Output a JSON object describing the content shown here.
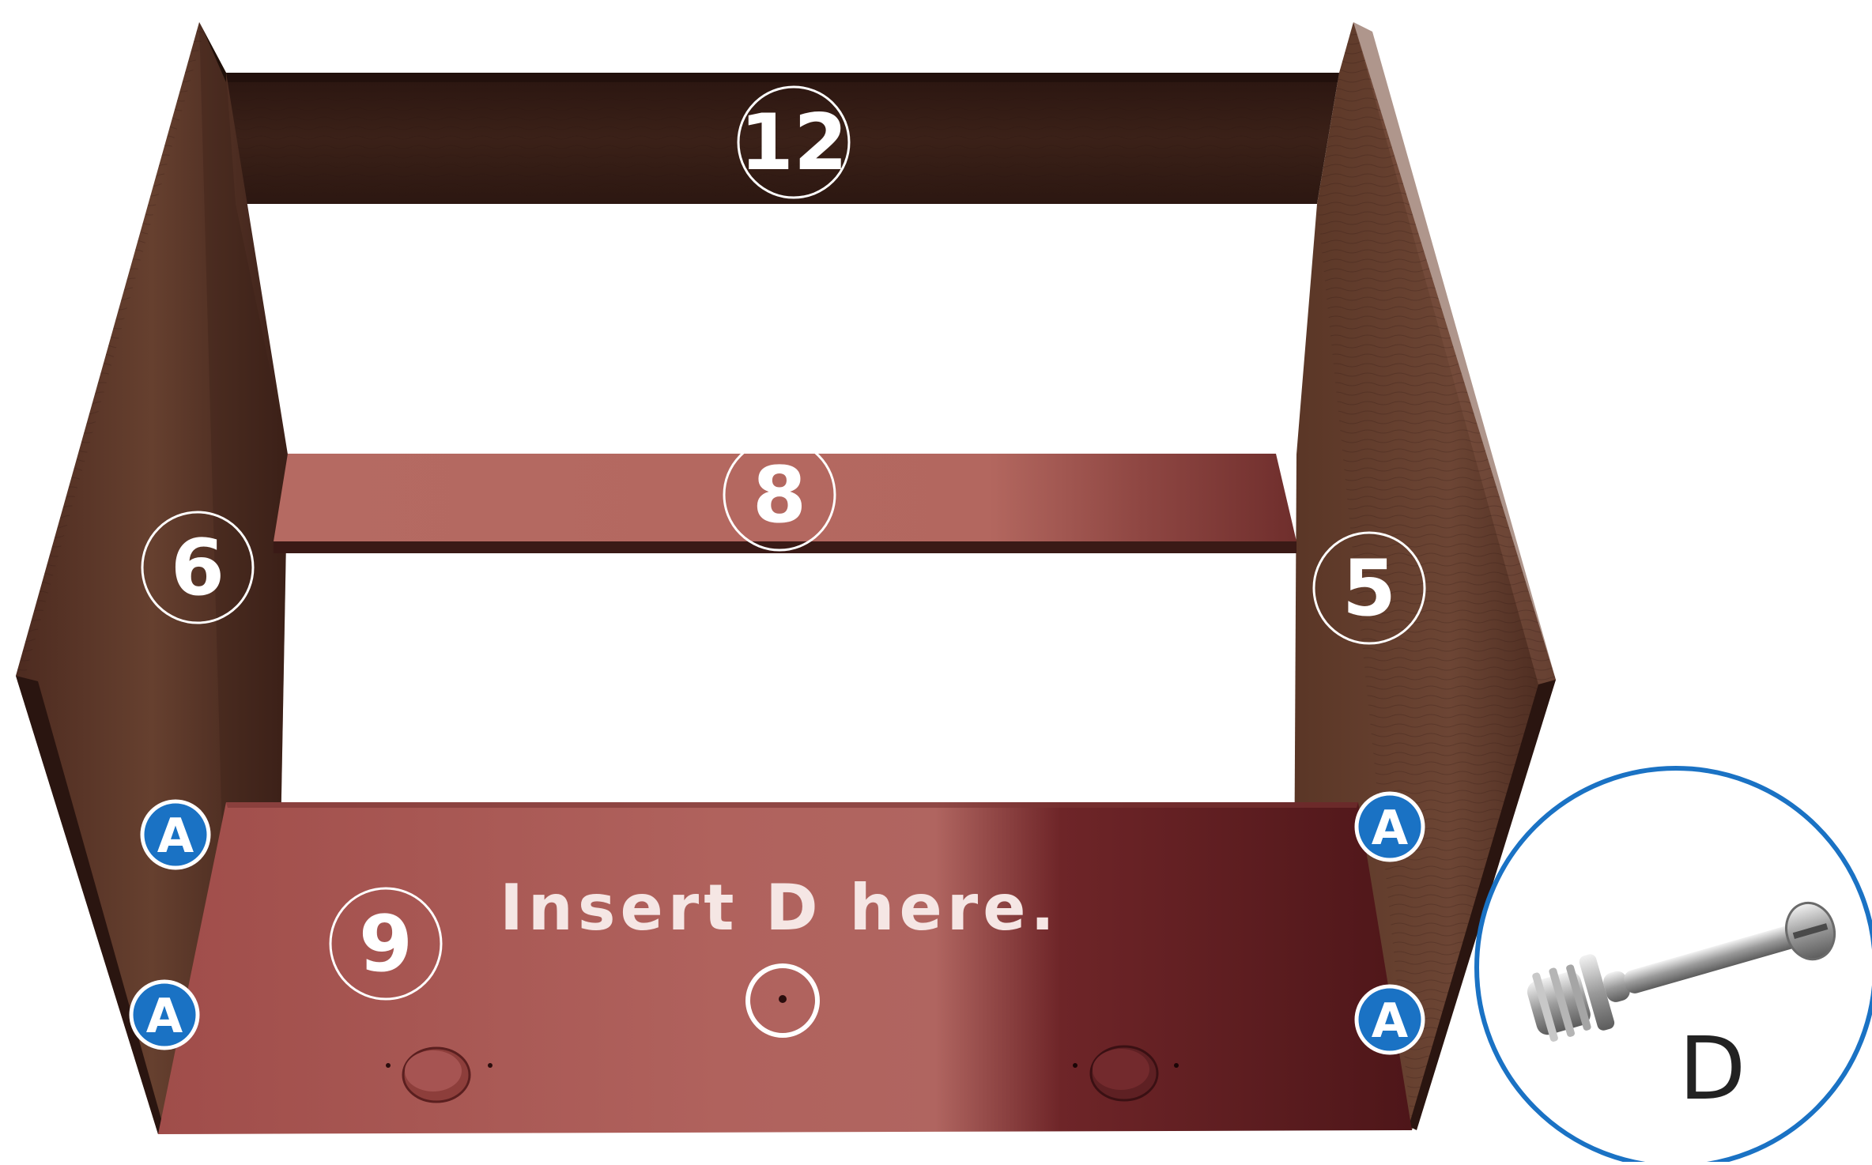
{
  "parts": {
    "top_rail": "12",
    "middle_shelf": "8",
    "left_panel": "6",
    "right_panel": "5",
    "bottom_panel": "9"
  },
  "fittings": {
    "letter": "A"
  },
  "instruction": "Insert D here.",
  "detail": {
    "letter": "D",
    "item": "cam-lock-bolt"
  },
  "colors": {
    "wood_dark": "#3a1f17",
    "wood_mid": "#5a3324",
    "shelf_red": "#b0645d",
    "bottom_red": "#a2524f",
    "bottom_red_dark": "#5e1b1e",
    "badge_blue": "#1a72c4",
    "callout_ring": "#1a72c4",
    "label_white": "#ffffff"
  }
}
